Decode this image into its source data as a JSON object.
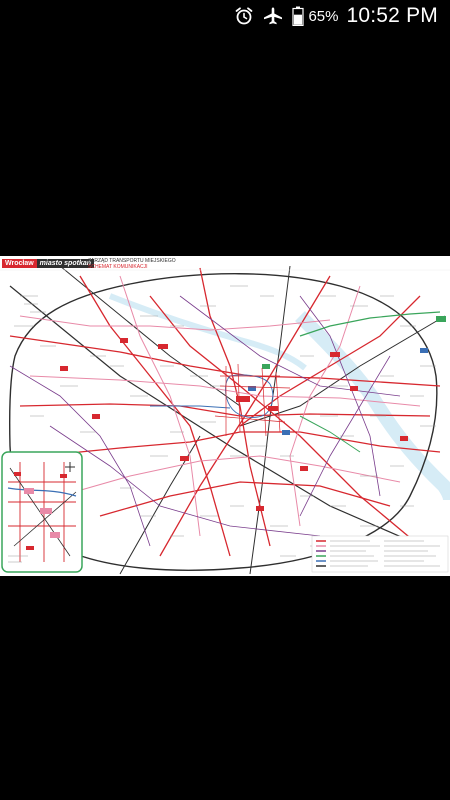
{
  "status_bar": {
    "alarm_icon": "alarm-clock-icon",
    "airplane_icon": "airplane-mode-icon",
    "battery_icon": "battery-icon",
    "battery_percent": "65%",
    "battery_level": 0.65,
    "time": "10:52 PM"
  },
  "map": {
    "brand_city": "Wrocław",
    "brand_tagline": "miasto spotkań",
    "authority": "ZARZĄD TRANSPORTU MIEJSKIEGO",
    "authority_sub": "SCHEMAT KOMUNIKACJI",
    "colors": {
      "tram": "#d7282f",
      "tram_light": "#e88aa8",
      "bus": "#7a3d8c",
      "rail": "#2f2f2f",
      "night": "#3a6fb5",
      "river": "#8ec9e8",
      "green": "#3aa55b",
      "stop_box": "#d7282f"
    }
  }
}
